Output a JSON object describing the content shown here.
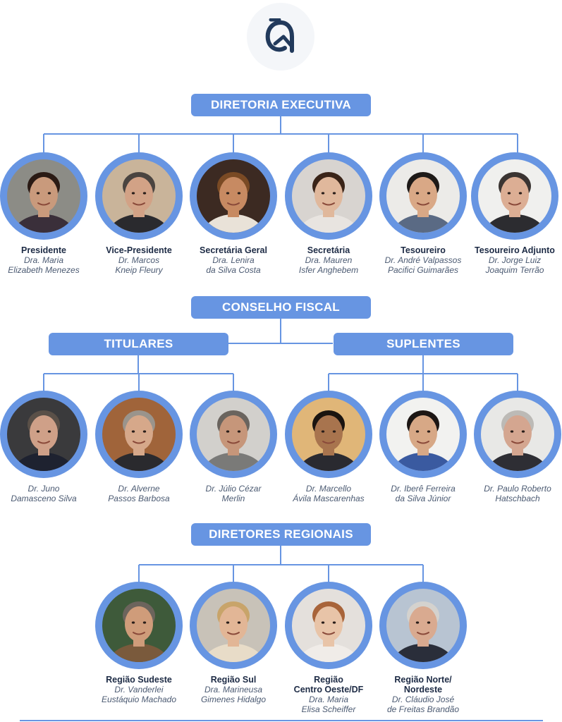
{
  "sections": {
    "executive": "DIRETORIA EXECUTIVA",
    "fiscal": "CONSELHO FISCAL",
    "titulares": "TITULARES",
    "suplentes": "SUPLENTES",
    "regional": "DIRETORES REGIONAIS"
  },
  "executive": [
    {
      "role": "Presidente",
      "name1": "Dra. Maria",
      "name2": "Elizabeth Menezes",
      "skin": "#c99a7c",
      "hair": "#2a1a14",
      "bg": "#8c8c86",
      "shirt": "#3a2f3a"
    },
    {
      "role": "Vice-Presidente",
      "name1": "Dr. Marcos",
      "name2": "Kneip Fleury",
      "skin": "#d2a286",
      "hair": "#4a4440",
      "bg": "#c9b49a",
      "shirt": "#2a2a2e"
    },
    {
      "role": "Secretária Geral",
      "name1": "Dra. Lenira",
      "name2": "da Silva Costa",
      "skin": "#c78a62",
      "hair": "#7a4a24",
      "bg": "#3c2a22",
      "shirt": "#e9e2d8"
    },
    {
      "role": "Secretária",
      "name1": "Dra. Mauren",
      "name2": "Isfer Anghebem",
      "skin": "#e0b89c",
      "hair": "#3a2418",
      "bg": "#d8d4d0",
      "shirt": "#e8e4e0"
    },
    {
      "role": "Tesoureiro",
      "name1": "Dr. André Valpassos",
      "name2": "Pacifici Guimarães",
      "skin": "#d9a886",
      "hair": "#1e1a18",
      "bg": "#ecebe8",
      "shirt": "#5a6a84"
    },
    {
      "role": "Tesoureiro Adjunto",
      "name1": "Dr. Jorge Luiz",
      "name2": "Joaquim Terrão",
      "skin": "#dcae94",
      "hair": "#3a3432",
      "bg": "#f0f0ee",
      "shirt": "#2c2c30"
    }
  ],
  "titulares": [
    {
      "name1": "Dr. Juno",
      "name2": "Damasceno Silva",
      "skin": "#cfa088",
      "hair": "#5a5048",
      "bg": "#3a3a3c",
      "shirt": "#1e2230"
    },
    {
      "name1": "Dr. Alverne",
      "name2": "Passos Barbosa",
      "skin": "#d6a88a",
      "hair": "#9a948c",
      "bg": "#a0643a",
      "shirt": "#2a2a2e"
    },
    {
      "name1": "Dr. Júlio Cézar",
      "name2": "Merlin",
      "skin": "#c6967a",
      "hair": "#6a645e",
      "bg": "#d2d0cc",
      "shirt": "#7a7a78"
    }
  ],
  "suplentes": [
    {
      "name1": "Dr. Marcello",
      "name2": "Ávila Mascarenhas",
      "skin": "#a8744e",
      "hair": "#1a1410",
      "bg": "#e0b678",
      "shirt": "#2a2a30"
    },
    {
      "name1": "Dr. Iberê Ferreira",
      "name2": "da Silva Júnior",
      "skin": "#d7a886",
      "hair": "#1c1614",
      "bg": "#f2f2f0",
      "shirt": "#3a5aa0"
    },
    {
      "name1": "Dr. Paulo Roberto",
      "name2": "Hatschbach",
      "skin": "#d4a690",
      "hair": "#bcbab6",
      "bg": "#e8e8e6",
      "shirt": "#2e2e34"
    }
  ],
  "regional": [
    {
      "role": "Região Sudeste",
      "name1": "Dr. Vanderlei",
      "name2": "Eustáquio Machado",
      "skin": "#cf9c7a",
      "hair": "#6c645c",
      "bg": "#3e5a3a",
      "shirt": "#7a5a3c"
    },
    {
      "role": "Região Sul",
      "name1": "Dra. Marineusa",
      "name2": "Gimenes Hidalgo",
      "skin": "#e2b696",
      "hair": "#c8a46a",
      "bg": "#c8c2b8",
      "shirt": "#e8dcc8"
    },
    {
      "role1": "Região",
      "role2": "Centro Oeste/DF",
      "name1": "Dra. Maria",
      "name2": "Elisa Scheiffer",
      "skin": "#e8c4a8",
      "hair": "#a8643a",
      "bg": "#e4e0dc",
      "shirt": "#f0ece8"
    },
    {
      "role1": "Região Norte/",
      "role2": "Nordeste",
      "name1": "Dr. Cláudio José",
      "name2": "de Freitas Brandão",
      "skin": "#d9aa90",
      "hair": "#d4d2ce",
      "bg": "#b8c4d2",
      "shirt": "#2a2e3a"
    }
  ]
}
